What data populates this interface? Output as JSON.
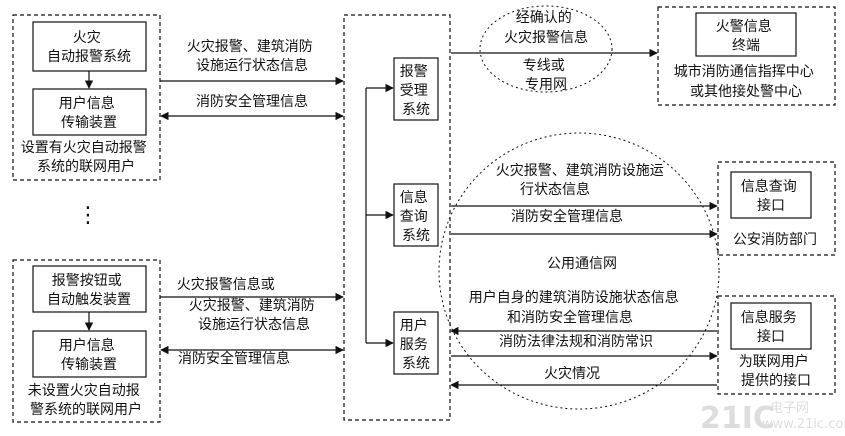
{
  "left_top": {
    "fire_alarm_system": [
      "火灾",
      "自动报警系统"
    ],
    "user_info_device": [
      "用户信息",
      "传输装置"
    ],
    "caption": [
      "设置有火灾自动报警",
      "系统的联网用户"
    ]
  },
  "ellipsis": "⋮",
  "left_bottom": {
    "alarm_button": [
      "报警按钮或",
      "自动触发装置"
    ],
    "user_info_device": [
      "用户信息",
      "传输装置"
    ],
    "caption": [
      "未设置火灾自动报",
      "警系统的联网用户"
    ]
  },
  "center": {
    "alarm_accept": [
      "报警",
      "受理",
      "系统"
    ],
    "info_query": [
      "信息",
      "查询",
      "系统"
    ],
    "user_service": [
      "用户",
      "服务",
      "系统"
    ]
  },
  "links_left": {
    "top_status": [
      "火灾报警、建筑消防",
      "设施运行状态信息"
    ],
    "top_safety": "消防安全管理信息",
    "bottom_status": [
      "火灾报警信息或",
      "火灾报警、建筑消防",
      "设施运行状态信息"
    ],
    "bottom_safety": "消防安全管理信息"
  },
  "links_right": {
    "confirmed_alarm": [
      "经确认的",
      "火灾报警信息"
    ],
    "dedicated_line": [
      "专线或",
      "专用网"
    ],
    "query_status": [
      "火灾报警、建筑消防设施运",
      "行状态信息"
    ],
    "query_safety": "消防安全管理信息",
    "public_network": "公用通信网",
    "user_self_info": [
      "用户自身的建筑消防设施状态信息",
      "和消防安全管理信息"
    ],
    "laws": "消防法律法规和消防常识",
    "fire_situation": "火灾情况"
  },
  "right": {
    "alarm_terminal": [
      "火警信息",
      "终端"
    ],
    "alarm_terminal_caption": [
      "城市消防通信指挥中心",
      "或其他接处警中心"
    ],
    "query_interface": [
      "信息查询",
      "接口"
    ],
    "query_caption": "公安消防部门",
    "service_interface": [
      "信息服务",
      "接口"
    ],
    "service_caption": [
      "为联网用户",
      "提供的接口"
    ]
  },
  "watermark": {
    "brand": "21IC",
    "site": "电子网",
    "url": "www.21ic.com"
  }
}
